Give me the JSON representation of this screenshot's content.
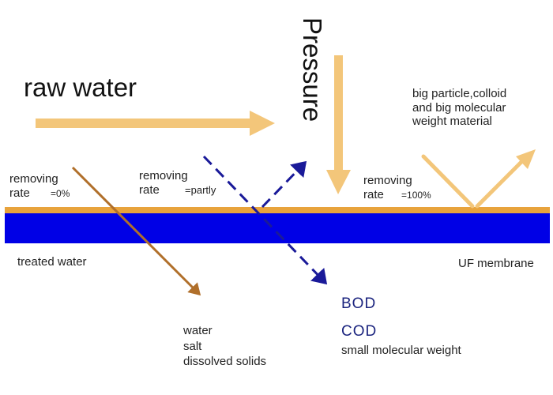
{
  "diagram": {
    "raw_water": "raw water",
    "pressure": "Pressure",
    "big_particle": [
      "big particle,colloid",
      "and big molecular",
      "weight material"
    ],
    "removing_left": {
      "line1": "removing",
      "line2_a": "rate",
      "line2_b": "=0%"
    },
    "removing_middle": {
      "line1": "removing",
      "line2_a": "rate",
      "line2_b": "=partly"
    },
    "removing_right": {
      "line1": "removing",
      "line2_a": "rate",
      "line2_b": "=100%"
    },
    "treated_water": "treated water",
    "uf_membrane": "UF membrane",
    "outputs": [
      "water",
      "salt",
      "dissolved solids"
    ],
    "bod": "BOD",
    "cod": "COD",
    "small_molecular": "small molecular weight"
  },
  "colors": {
    "membrane_fill": "#0000e6",
    "membrane_top": "#e8a33c",
    "big_arrow": "#f3c67a",
    "brown_arrow": "#b06f2a",
    "blue_arrow": "#1a1a99"
  }
}
